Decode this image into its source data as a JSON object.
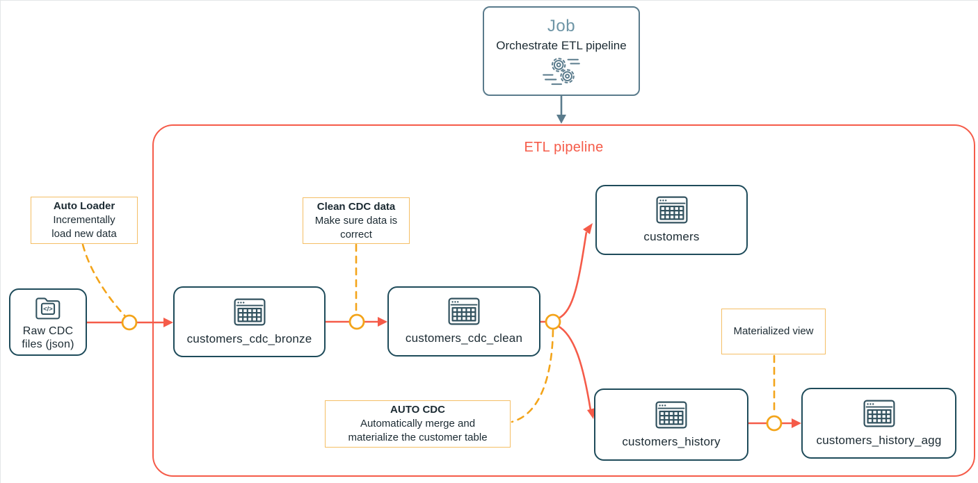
{
  "colors": {
    "accent_red": "#f55b49",
    "accent_amber": "#f3a41a",
    "note_border": "#f4be64",
    "node_border": "#1e4b5a",
    "icon": "#32525f",
    "job_border": "#5a7b8c",
    "job_title": "#6e95a6",
    "text": "#1b2a32"
  },
  "job": {
    "title": "Job",
    "subtitle": "Orchestrate ETL pipeline",
    "icon": "gears-icon"
  },
  "etl_pipeline": {
    "title": "ETL pipeline"
  },
  "nodes": {
    "source": {
      "label": "Raw CDC files (json)",
      "icon": "code-folder-icon"
    },
    "bronze": {
      "label": "customers_cdc_bronze",
      "icon": "table-icon"
    },
    "clean": {
      "label": "customers_cdc_clean",
      "icon": "table-icon"
    },
    "customers": {
      "label": "customers",
      "icon": "table-icon"
    },
    "history": {
      "label": "customers_history",
      "icon": "table-icon"
    },
    "history_agg": {
      "label": "customers_history_agg",
      "icon": "table-icon"
    }
  },
  "annotations": {
    "auto_loader": {
      "title": "Auto Loader",
      "body": "Incrementally load new data"
    },
    "clean_cdc": {
      "title": "Clean CDC data",
      "body": "Make sure data is correct"
    },
    "auto_cdc": {
      "title": "AUTO CDC",
      "body": "Automatically merge and materialize the customer table"
    },
    "materialized_view": {
      "body": "Materialized view"
    }
  }
}
